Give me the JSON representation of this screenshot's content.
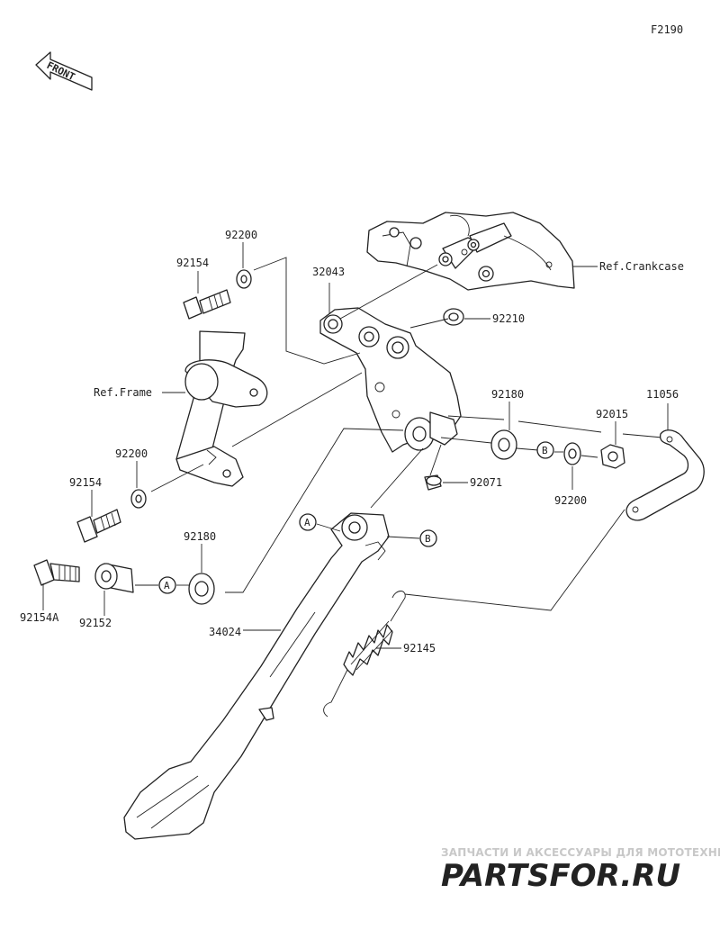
{
  "figure_code": "F2190",
  "front_arrow": {
    "text": "FRONT"
  },
  "references": {
    "crankcase": "Ref.Crankcase",
    "frame": "Ref.Frame"
  },
  "callouts": {
    "A": "A",
    "B": "B"
  },
  "parts": {
    "p92200_top": "92200",
    "p92154_top": "92154",
    "p32043": "32043",
    "p92210": "92210",
    "p92180_right": "92180",
    "p11056": "11056",
    "p92015": "92015",
    "p92071": "92071",
    "p92200_right": "92200",
    "p92200_left": "92200",
    "p92154_left": "92154",
    "p92180_left": "92180",
    "p92154A": "92154A",
    "p92152": "92152",
    "p34024": "34024",
    "p92145": "92145"
  },
  "watermark": {
    "caption": "ЗАПЧАСТИ И АКСЕССУАРЫ ДЛЯ МОТОТЕХНИКИ",
    "brand": "PARTSFOR.RU",
    "brand_color": "#e8a0a0",
    "caption_color": "#c8c8c8"
  }
}
